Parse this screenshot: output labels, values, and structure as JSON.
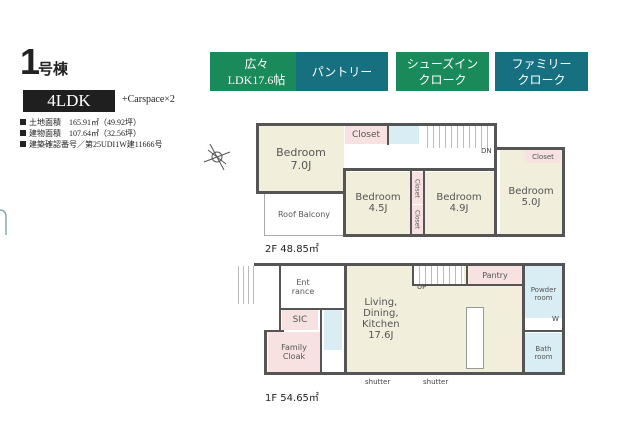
{
  "header": {
    "unit_number": "1",
    "unit_suffix": "号棟",
    "layout_type": "4LDK",
    "carspace": "+Carspace×2"
  },
  "specs": [
    "土地面積　165.91㎡（49.92坪）",
    "建物面積　107.64㎡（32.56坪）",
    "建築確認番号／第25UDI1W建11666号"
  ],
  "features": [
    {
      "label": "広々\nLDK17.6帖",
      "color": "#1a8a5a"
    },
    {
      "label": "パントリー",
      "color": "#17707f"
    },
    {
      "label": "シューズイン\nクローク",
      "color": "#1a8a5a"
    },
    {
      "label": "ファミリー\nクローク",
      "color": "#17707f"
    }
  ],
  "floor2": {
    "label": "2F  48.85㎡",
    "rooms": {
      "bedroom1": "Bedroom\n7.0J",
      "bedroom2": "Bedroom\n4.5J",
      "bedroom3": "Bedroom\n4.9J",
      "bedroom4": "Bedroom\n5.0J",
      "closet1": "Closet",
      "closet2": "Closet",
      "closet3": "Closet",
      "closet4": "Closet",
      "balcony": "Roof Balcony",
      "stairs": "DN"
    }
  },
  "floor1": {
    "label": "1F  54.65㎡",
    "rooms": {
      "ldk": "Living,\nDining,\nKitchen\n17.6J",
      "entrance": "Ent\nrance",
      "sic": "SIC",
      "family_cloak": "Family\nCloak",
      "pantry": "Pantry",
      "powder": "Powder\nroom",
      "bath": "Bath\nroom",
      "stairs": "UP",
      "shutter1": "shutter",
      "shutter2": "shutter",
      "washer": "W"
    }
  }
}
